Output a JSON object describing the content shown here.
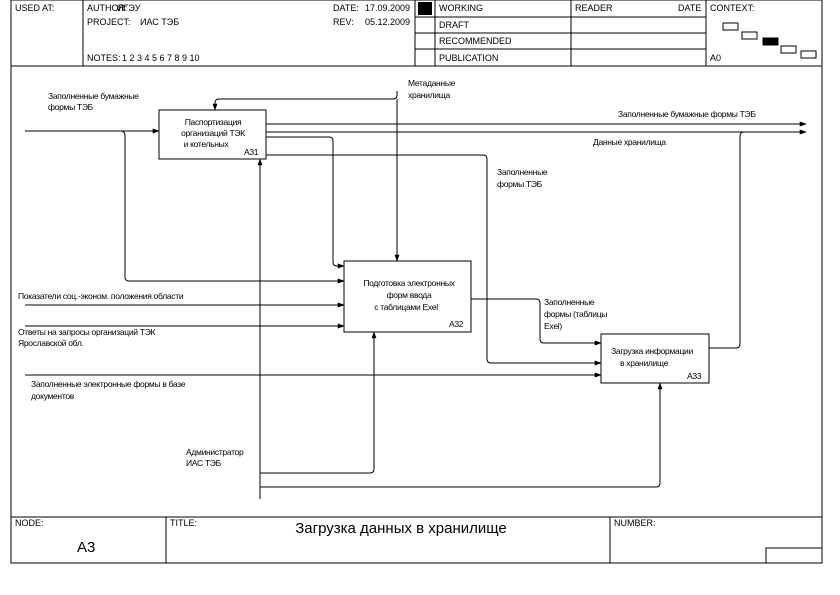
{
  "header": {
    "used_at_label": "USED AT:",
    "author_label": "AUTHOR:",
    "author": "ИГЭУ",
    "project_label": "PROJECT:",
    "project": "ИАС ТЭБ",
    "notes_label": "NOTES:",
    "notes_numbers": "1 2 3 4 5 6 7 8 9 10",
    "date_label": "DATE:",
    "date": "17.09.2009",
    "rev_label": "REV:",
    "rev": "05.12.2009",
    "status": [
      "WORKING",
      "DRAFT",
      "RECOMMENDED",
      "PUBLICATION"
    ],
    "status_selected": 0,
    "reader_label": "READER",
    "reader_date_label": "DATE",
    "context_label": "CONTEXT:",
    "context_node": "A0"
  },
  "diagram": {
    "boxes": [
      {
        "id": "a31",
        "lines": [
          "Паспортизация",
          "организаций ТЭК",
          "и котельных"
        ],
        "number": "А31"
      },
      {
        "id": "a32",
        "lines": [
          "Подготовка электронных",
          "форм ввода",
          "с таблицами Exel"
        ],
        "number": "А32"
      },
      {
        "id": "a33",
        "lines": [
          "Загрузка информации",
          "в хранилище"
        ],
        "number": "А33"
      }
    ],
    "labels": {
      "paper_forms_in": [
        "Заполненные бумажные",
        "формы ТЭБ"
      ],
      "metadata": [
        "Метаданные",
        "хранилища"
      ],
      "paper_forms_out": [
        "Заполненные бумажные формы ТЭБ"
      ],
      "storage_data": [
        "Данные хранилища"
      ],
      "filled_forms": [
        "Заполненные",
        "формы ТЭБ"
      ],
      "indicators": [
        "Показатели соц.-эконом. положения области"
      ],
      "answers": [
        "Ответы на запросы организаций ТЭК",
        "Ярославской обл."
      ],
      "filled_tables": [
        "Заполненные",
        "формы (таблицы",
        "Exel)"
      ],
      "electronic_forms": [
        "Заполненные электронные формы в базе",
        "документов"
      ],
      "administrator": [
        "Администратор",
        "ИАС ТЭБ"
      ]
    }
  },
  "footer": {
    "node_label": "NODE:",
    "node": "А3",
    "title_label": "TITLE:",
    "title": "Загрузка данных  в хранилище",
    "number_label": "NUMBER:"
  }
}
